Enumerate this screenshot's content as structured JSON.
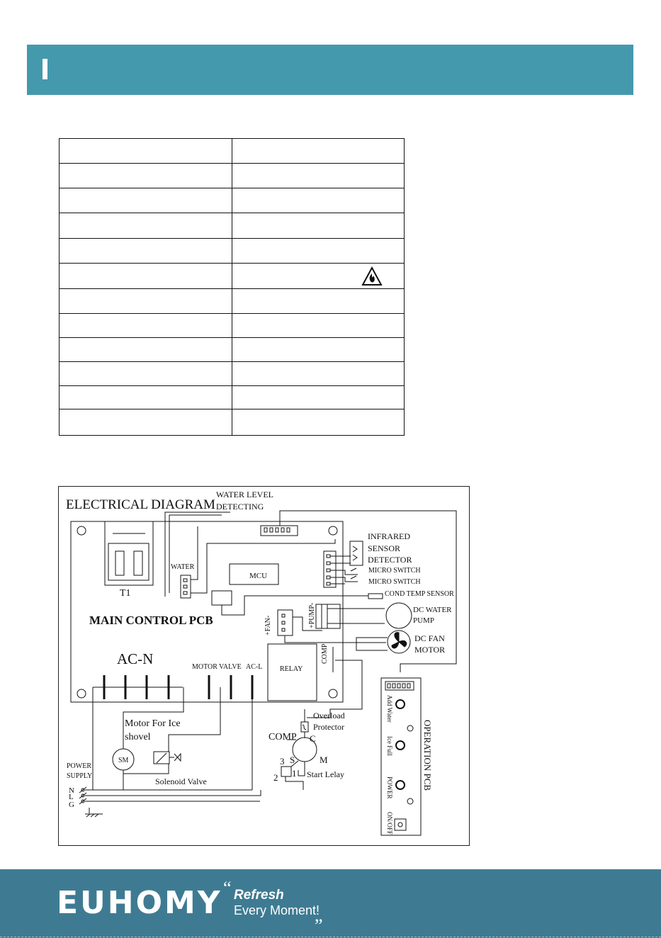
{
  "diagram": {
    "title": "ELECTRICAL DIAGRAM",
    "water_level_1": "WATER LEVEL",
    "water_level_2": "DETECTING",
    "t1": "T1",
    "water": "WATER",
    "mcu": "MCU",
    "main_pcb": "MAIN CONTROL PCB",
    "ac_n": "AC-N",
    "motor": "MOTOR",
    "valve": "VALVE",
    "ac_l": "AC-L",
    "relay": "RELAY",
    "comp_vertical": "COMP",
    "fan_minus": "+FAN-",
    "pump_minus": "+PUMP-",
    "infrared_1": "INFRARED",
    "infrared_2": "SENSOR",
    "infrared_3": "DETECTOR",
    "micro_switch_1": "MICRO SWITCH",
    "micro_switch_2": "MICRO SWITCH",
    "cond_temp": "COND TEMP SENSOR",
    "dc_water_1": "DC WATER",
    "dc_water_2": "PUMP",
    "dc_fan_1": "DC FAN",
    "dc_fan_2": "MOTOR",
    "motor_ice_1": "Motor For Ice",
    "motor_ice_2": "shovel",
    "sm": "SM",
    "power_supply_1": "POWER",
    "power_supply_2": "SUPPLY",
    "n": "N",
    "l": "L",
    "g": "G",
    "solenoid": "Solenoid Valve",
    "comp": "COMP",
    "overload_1": "Overload",
    "overload_2": "Protector",
    "c": "C",
    "s": "S",
    "m": "M",
    "three": "3",
    "two": "2",
    "one": "1",
    "start_relay": "Start Lelay",
    "add_water": "Add Water",
    "ice_full": "Ice Full",
    "power": "POWER",
    "on_off": "ON/OFF",
    "operation_pcb": "OPERATION PCB"
  },
  "footer": {
    "brand": "EUHOMY",
    "tagline_1": "Refresh",
    "tagline_2": "Every Moment!",
    "quote_open": "“",
    "quote_close": "„"
  },
  "colors": {
    "header_band": "#4599ad",
    "footer_band": "#3e7b92"
  }
}
